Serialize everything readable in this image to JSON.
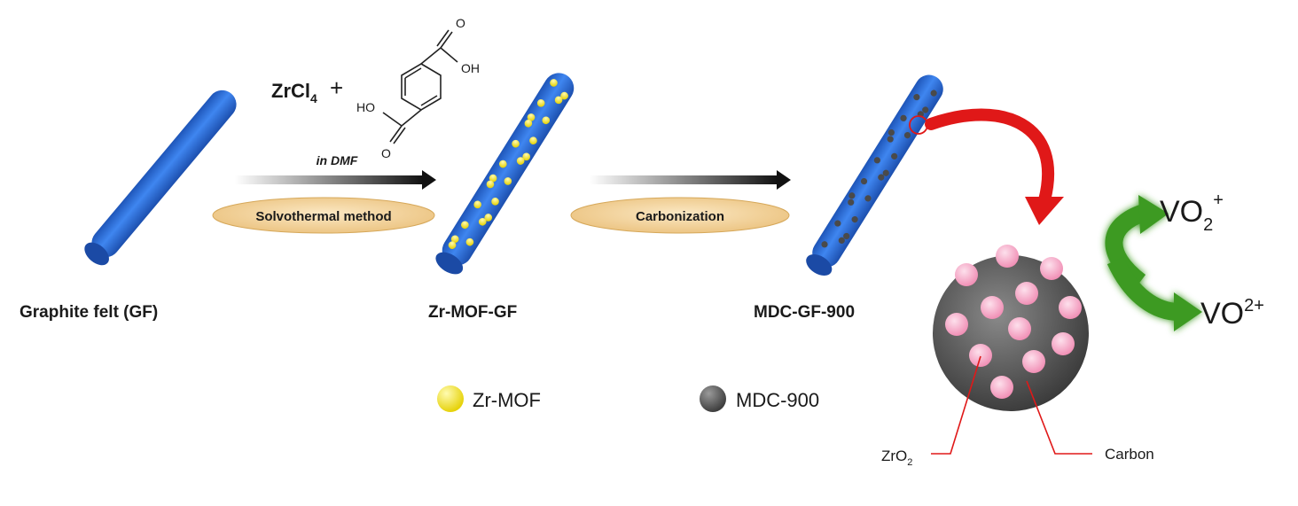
{
  "reagents": {
    "zrcl4_base": "ZrCl",
    "zrcl4_sub": "4",
    "plus": "+",
    "linker": {
      "oh_left": "HO",
      "oh_right": "OH",
      "o_top": "O",
      "o_bottom": "O"
    }
  },
  "steps": [
    {
      "above": "in DMF",
      "method": "Solvothermal method"
    },
    {
      "above": "",
      "method": "Carbonization"
    }
  ],
  "stages": [
    {
      "label": "Graphite felt (GF)",
      "decoration": "none"
    },
    {
      "label": "Zr-MOF-GF",
      "decoration": "zr-mof"
    },
    {
      "label": "MDC-GF-900",
      "decoration": "mdc-900"
    }
  ],
  "legend": [
    {
      "label": "Zr-MOF",
      "color": "#f2e21a"
    },
    {
      "label": "MDC-900",
      "color": "#555555"
    }
  ],
  "particle": {
    "zro2_base": "ZrO",
    "zro2_sub": "2",
    "carbon": "Carbon"
  },
  "redox": {
    "vo2plus_base": "VO",
    "vo2plus_sub": "2",
    "vo2plus_sup": "+",
    "vo2p_base": "VO",
    "vo2p_sup": "2+"
  },
  "colors": {
    "rod": "#2f74e4",
    "zr_mof": "#f2e21a",
    "mdc_900": "#555555",
    "pink": "#f4a6c4",
    "red_arrow": "#e01818",
    "green_arrow": "#3c9a22",
    "ellipse": "#f5d59e"
  }
}
